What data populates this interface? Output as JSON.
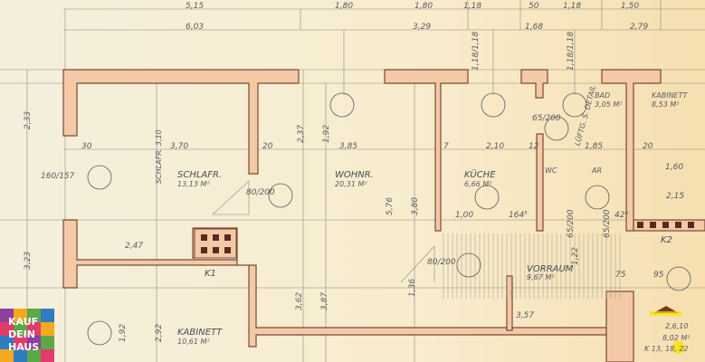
{
  "logo": {
    "lines": [
      "KAUF",
      "DEIN",
      "HAUS"
    ],
    "colors": [
      "#e23b6e",
      "#f4a81d",
      "#5aa846",
      "#2f7dc0",
      "#8e3fa0"
    ]
  },
  "colors": {
    "wall_fill": "#f3c9a6",
    "wall_stroke": "#7a4a35",
    "paper": "#f6efd9",
    "highlight": "#f7e400"
  },
  "rooms": [
    {
      "name": "SCHLAFR.",
      "area": "13,13 M²"
    },
    {
      "name": "WOHNR.",
      "area": "20,31 M²"
    },
    {
      "name": "KÜCHE",
      "area": "6,66 M²"
    },
    {
      "name": "BAD",
      "area": "3,05 M²"
    },
    {
      "name": "KABINETT",
      "area": "8,53 M²"
    },
    {
      "name": "VORRAUM",
      "area": "9,67 M²"
    },
    {
      "name": "KABINETT",
      "area": "10,61 M²"
    },
    {
      "name": "WC",
      "area": ""
    },
    {
      "name": "AR",
      "area": ""
    }
  ],
  "chimneys": [
    "K1",
    "K2"
  ],
  "top_dims_row1": [
    "5,15",
    "1,80",
    "1,80",
    "1,18",
    "50",
    "1,18",
    "1,50"
  ],
  "top_dims_row2": [
    "6,03",
    "3,29",
    "1,68",
    "2,79"
  ],
  "dims": [
    "30",
    "3,70",
    "20",
    "3,85",
    "7",
    "2,10",
    "12",
    "1,85",
    "20",
    "1,60",
    "2,33",
    "3,23",
    "2,37",
    "1,92",
    "5,76",
    "3,80",
    "2,47",
    "3,57",
    "1,00",
    "164⁵",
    "2,15",
    "80/200",
    "80/200",
    "65/200",
    "65/200",
    "65/200",
    "3,62",
    "3,87",
    "2,92",
    "1,92",
    "1,36",
    "1,22",
    "75",
    "95",
    "42⁵",
    "160/157",
    "1,18/1,18",
    "1,18/1,18",
    "LÜFTG. S. DETAIL",
    "SCHLAFR. 3,10"
  ],
  "annotation": {
    "date": "2,6,10",
    "area": "8,02 M²",
    "ref": "K 13, 18, 22"
  }
}
